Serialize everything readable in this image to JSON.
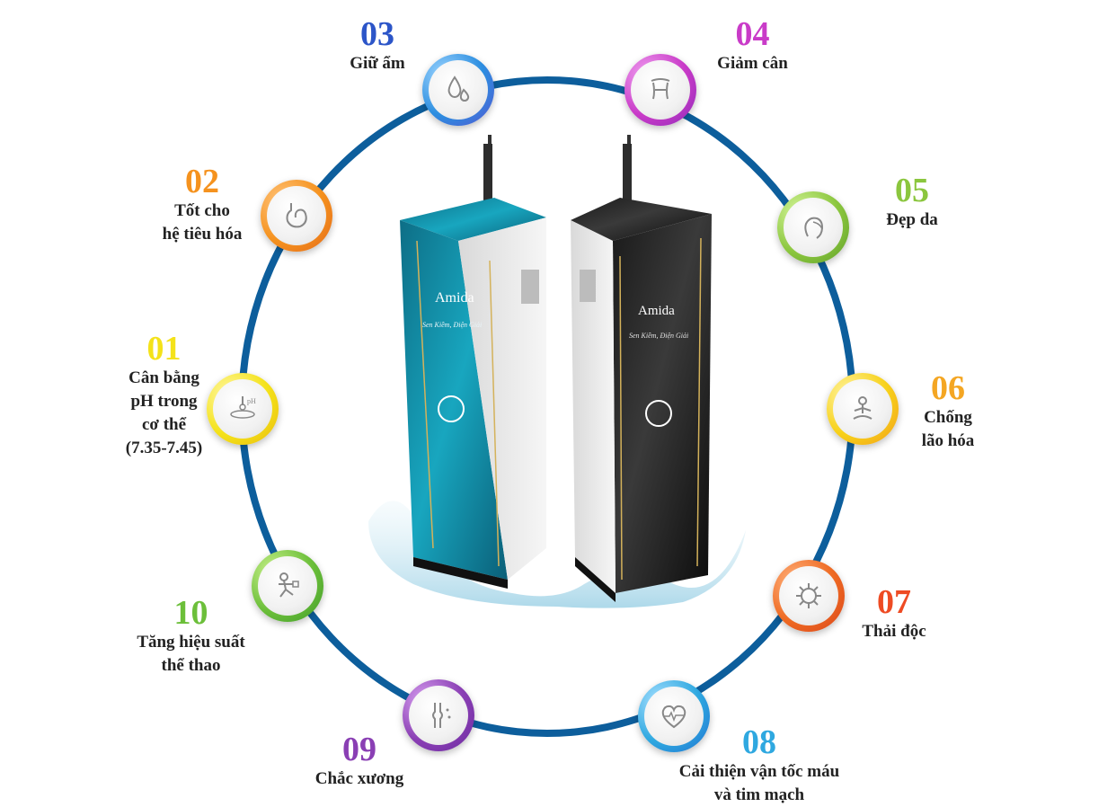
{
  "brand": {
    "name": "Amida",
    "tagline": "Sen Kiềm, Điện Giải"
  },
  "benefits": [
    {
      "num": "01",
      "label": "Cân bằng pH trong cơ thể (7.35-7.45)",
      "lines": [
        "Cân bằng",
        "pH trong",
        "cơ thể",
        "(7.35-7.45)"
      ],
      "color": "#f4e21a",
      "icon": "ph-drop-icon"
    },
    {
      "num": "02",
      "label": "Tốt cho hệ tiêu hóa",
      "lines": [
        "Tốt cho",
        "hệ tiêu hóa"
      ],
      "color": "#f5921e",
      "icon": "stomach-icon"
    },
    {
      "num": "03",
      "label": "Giữ ẩm",
      "lines": [
        "Giữ ẩm"
      ],
      "color": "#2c55c8",
      "icon": "water-drops-icon"
    },
    {
      "num": "04",
      "label": "Giảm cân",
      "lines": [
        "Giảm cân"
      ],
      "color": "#c93bc8",
      "icon": "body-shape-icon"
    },
    {
      "num": "05",
      "label": "Đẹp da",
      "lines": [
        "Đẹp da"
      ],
      "color": "#8bc63e",
      "icon": "face-icon"
    },
    {
      "num": "06",
      "label": "Chống lão hóa",
      "lines": [
        "Chống",
        "lão hóa"
      ],
      "color": "#f4a623",
      "icon": "person-meditation-icon"
    },
    {
      "num": "07",
      "label": "Thải độc",
      "lines": [
        "Thải độc"
      ],
      "color": "#ee4b23",
      "icon": "virus-icon"
    },
    {
      "num": "08",
      "label": "Cải thiện vận tốc máu và tim mạch",
      "lines": [
        "Cải thiện vận tốc máu",
        "và tim mạch"
      ],
      "color": "#2fa8e0",
      "icon": "heart-pulse-icon"
    },
    {
      "num": "09",
      "label": "Chắc xương",
      "lines": [
        "Chắc xương"
      ],
      "color": "#8a3fb4",
      "icon": "bone-joint-icon"
    },
    {
      "num": "10",
      "label": "Tăng hiệu suất thể thao",
      "lines": [
        "Tăng hiệu suất",
        "thể thao"
      ],
      "color": "#6cbf3a",
      "icon": "athlete-icon"
    }
  ]
}
